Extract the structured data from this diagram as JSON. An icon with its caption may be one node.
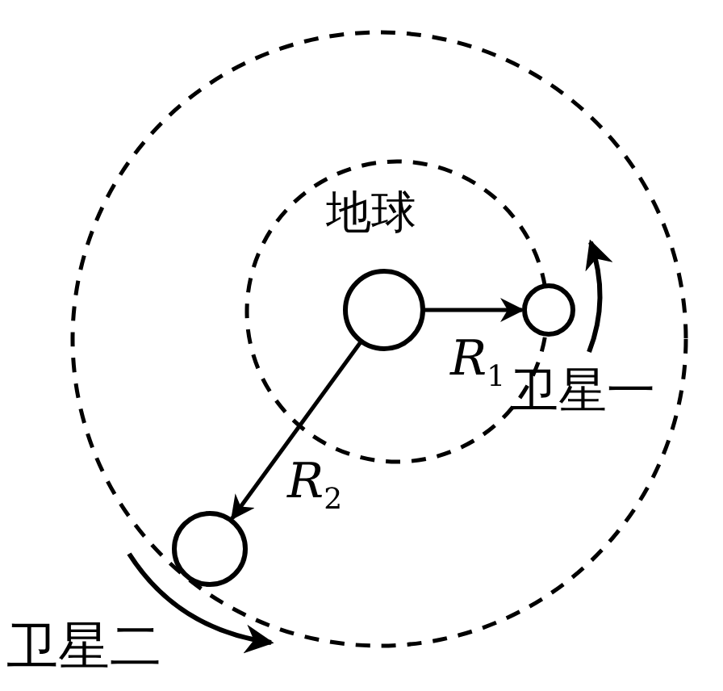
{
  "diagram": {
    "nodes": [
      {
        "text": [
          "地球"
        ]
      },
      {
        "text": [
          "卫星一"
        ]
      },
      {
        "text": [
          "卫星二"
        ]
      }
    ],
    "edges": [
      {
        "from": 0,
        "to": 1,
        "arrow": "to",
        "label": "*R*$_{1}$"
      },
      {
        "from": 0,
        "to": 2,
        "arrow": "to",
        "label": "*R*$_{2}$"
      }
    ]
  }
}
